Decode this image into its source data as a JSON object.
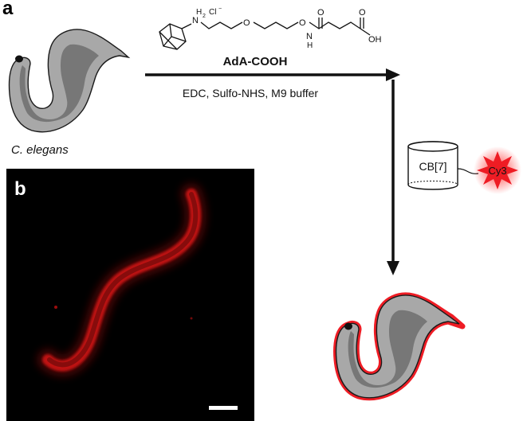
{
  "panels": {
    "a": "a",
    "b": "b"
  },
  "labels": {
    "organism": "C. elegans",
    "reagent": "AdA-COOH",
    "conditions": "EDC, Sulfo-NHS, M9 buffer",
    "host": "CB[7]",
    "dye": "Cy3"
  },
  "structure": {
    "ammonium": "H",
    "ammonium_sub": "2",
    "counterion": "Cl",
    "counterion_charge": "−",
    "ring_o1": "O",
    "ring_o2": "O",
    "amide_n": "N",
    "amide_h": "H",
    "carbonyl_o": "O",
    "acid_o": "O",
    "acid_oh": "OH"
  },
  "colors": {
    "worm_outer": "#a8a8a8",
    "worm_inner": "#6f6f6f",
    "dye_red": "#ee1c24",
    "fluorescence": "#ff1a1a",
    "micrograph_bg": "#000000"
  }
}
